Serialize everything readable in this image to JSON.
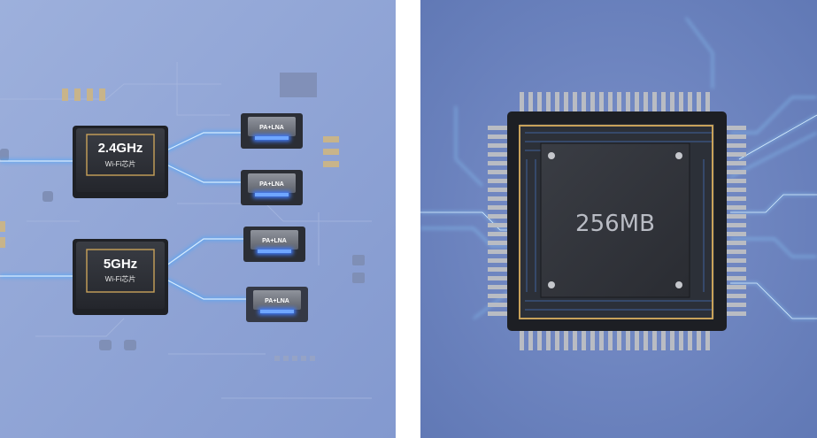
{
  "left_panel": {
    "chip_24": {
      "band": "2.4GHz",
      "sub": "Wi-Fi芯片"
    },
    "chip_5": {
      "band": "5GHz",
      "sub": "Wi-Fi芯片"
    },
    "pa_labels": [
      "PA+LNA",
      "PA+LNA",
      "PA+LNA",
      "PA+LNA"
    ]
  },
  "right_panel": {
    "memory_label": "256MB"
  },
  "colors": {
    "board_left": "#8fa6d6",
    "board_right": "#6f87c2",
    "chip_dark": "#2b2e35",
    "gold_border": "#c9a25a",
    "trace_glow": "#4aa8ff"
  }
}
